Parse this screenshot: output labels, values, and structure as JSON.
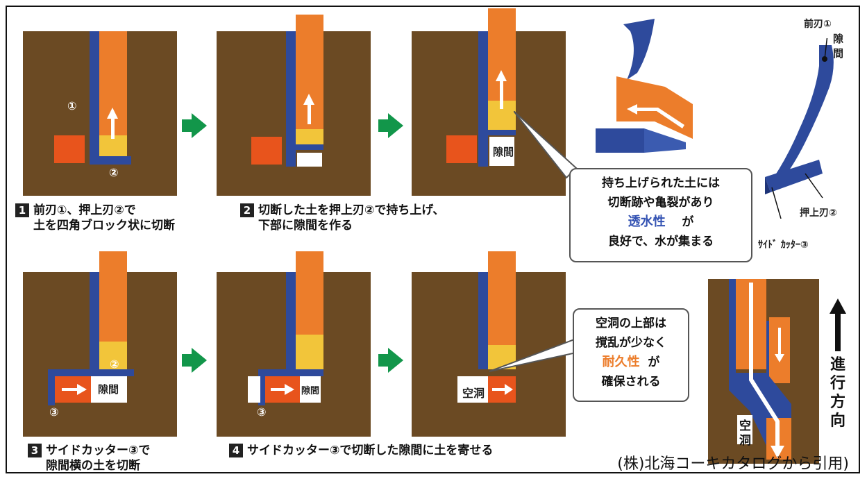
{
  "steps": [
    {
      "num": "1",
      "line1": "前刃①、押上刃②で",
      "line2": "土を四角ブロック状に切断"
    },
    {
      "num": "2",
      "line1": "切断した土を押上刃②で持ち上げ、",
      "line2": "下部に隙間を作る"
    },
    {
      "num": "3",
      "line1": "サイドカッター③で",
      "line2": "隙間横の土を切断"
    },
    {
      "num": "4",
      "line1": "サイドカッター③で切断した隙間に土を寄せる"
    }
  ],
  "labels": {
    "front_blade_marker": "①",
    "push_blade_marker": "②",
    "side_cutter_marker": "③",
    "gap": "隙間",
    "cavity": "空洞",
    "cavity_vertical_1": "空",
    "cavity_vertical_2": "洞",
    "front_blade": "前刃①",
    "push_blade": "押上刃②",
    "side_cutter": "ｻｲﾄﾞ ｶｯﾀｰ③",
    "direction_1": "進",
    "direction_2": "行",
    "direction_3": "方",
    "direction_4": "向"
  },
  "callouts": {
    "permeability": {
      "line1": "持ち上げられた土には",
      "line2": "切断跡や亀裂があり",
      "highlight": "透水性",
      "after_highlight": "が",
      "line4": "良好で、水が集まる"
    },
    "durability": {
      "line1": "空洞の上部は",
      "line2": "撹乱が少なく",
      "highlight": "耐久性",
      "after_highlight": "が",
      "line4": "確保される"
    }
  },
  "source": "(株)北海コーキカタログから引用)",
  "colors": {
    "soil": "#6b4a23",
    "blade": "#2e4a9c",
    "lifted_soil": "#ec7d2b",
    "cut_block": "#e8541c",
    "cracked_zone": "#f2c53a",
    "arrow": "#12964a"
  }
}
